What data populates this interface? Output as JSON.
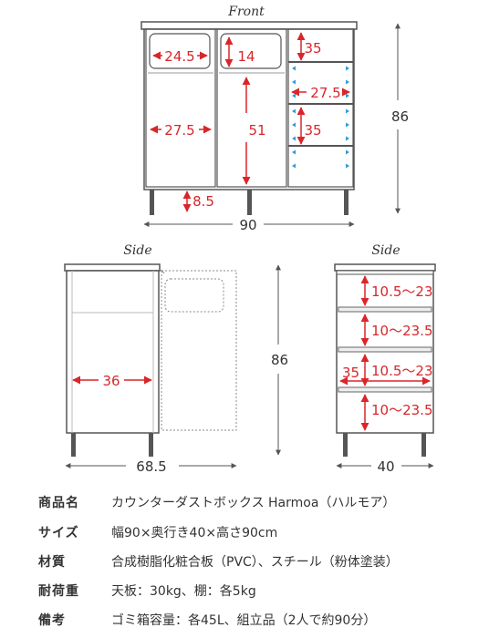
{
  "front": {
    "label": "Front",
    "dims": {
      "window_w": "24.5",
      "window_h": "14",
      "shelf_h": "35",
      "shelf_w": "27.5",
      "shelf_h2": "35",
      "door_w": "27.5",
      "door_h": "51",
      "leg_h": "8.5",
      "width": "90",
      "height": "86"
    }
  },
  "side_left": {
    "label": "Side",
    "dims": {
      "inner_w": "36",
      "width": "68.5",
      "height": "86"
    }
  },
  "side_right": {
    "label": "Side",
    "dims": {
      "s1": "10.5～23",
      "s2": "10～23.5",
      "s3": "10.5～23",
      "s4": "10～23.5",
      "depth_inner": "35",
      "depth": "40"
    }
  },
  "specs": [
    {
      "key": "商品名",
      "value": "カウンターダストボックス Harmoa（ハルモア）"
    },
    {
      "key": "サイズ",
      "value": "幅90×奥行き40×高さ90cm"
    },
    {
      "key": "材質",
      "value": "合成樹脂化粧合板（PVC）、スチール（粉体塗装）"
    },
    {
      "key": "耐荷重",
      "value": "天板：30kg、棚：各5kg"
    },
    {
      "key": "備考",
      "value": "ゴミ箱容量：各45L、組立品（2人で約90分）"
    }
  ],
  "colors": {
    "line": "#555555",
    "dim": "#d9262a",
    "arrow": "#2f9bd8",
    "text": "#333333"
  }
}
